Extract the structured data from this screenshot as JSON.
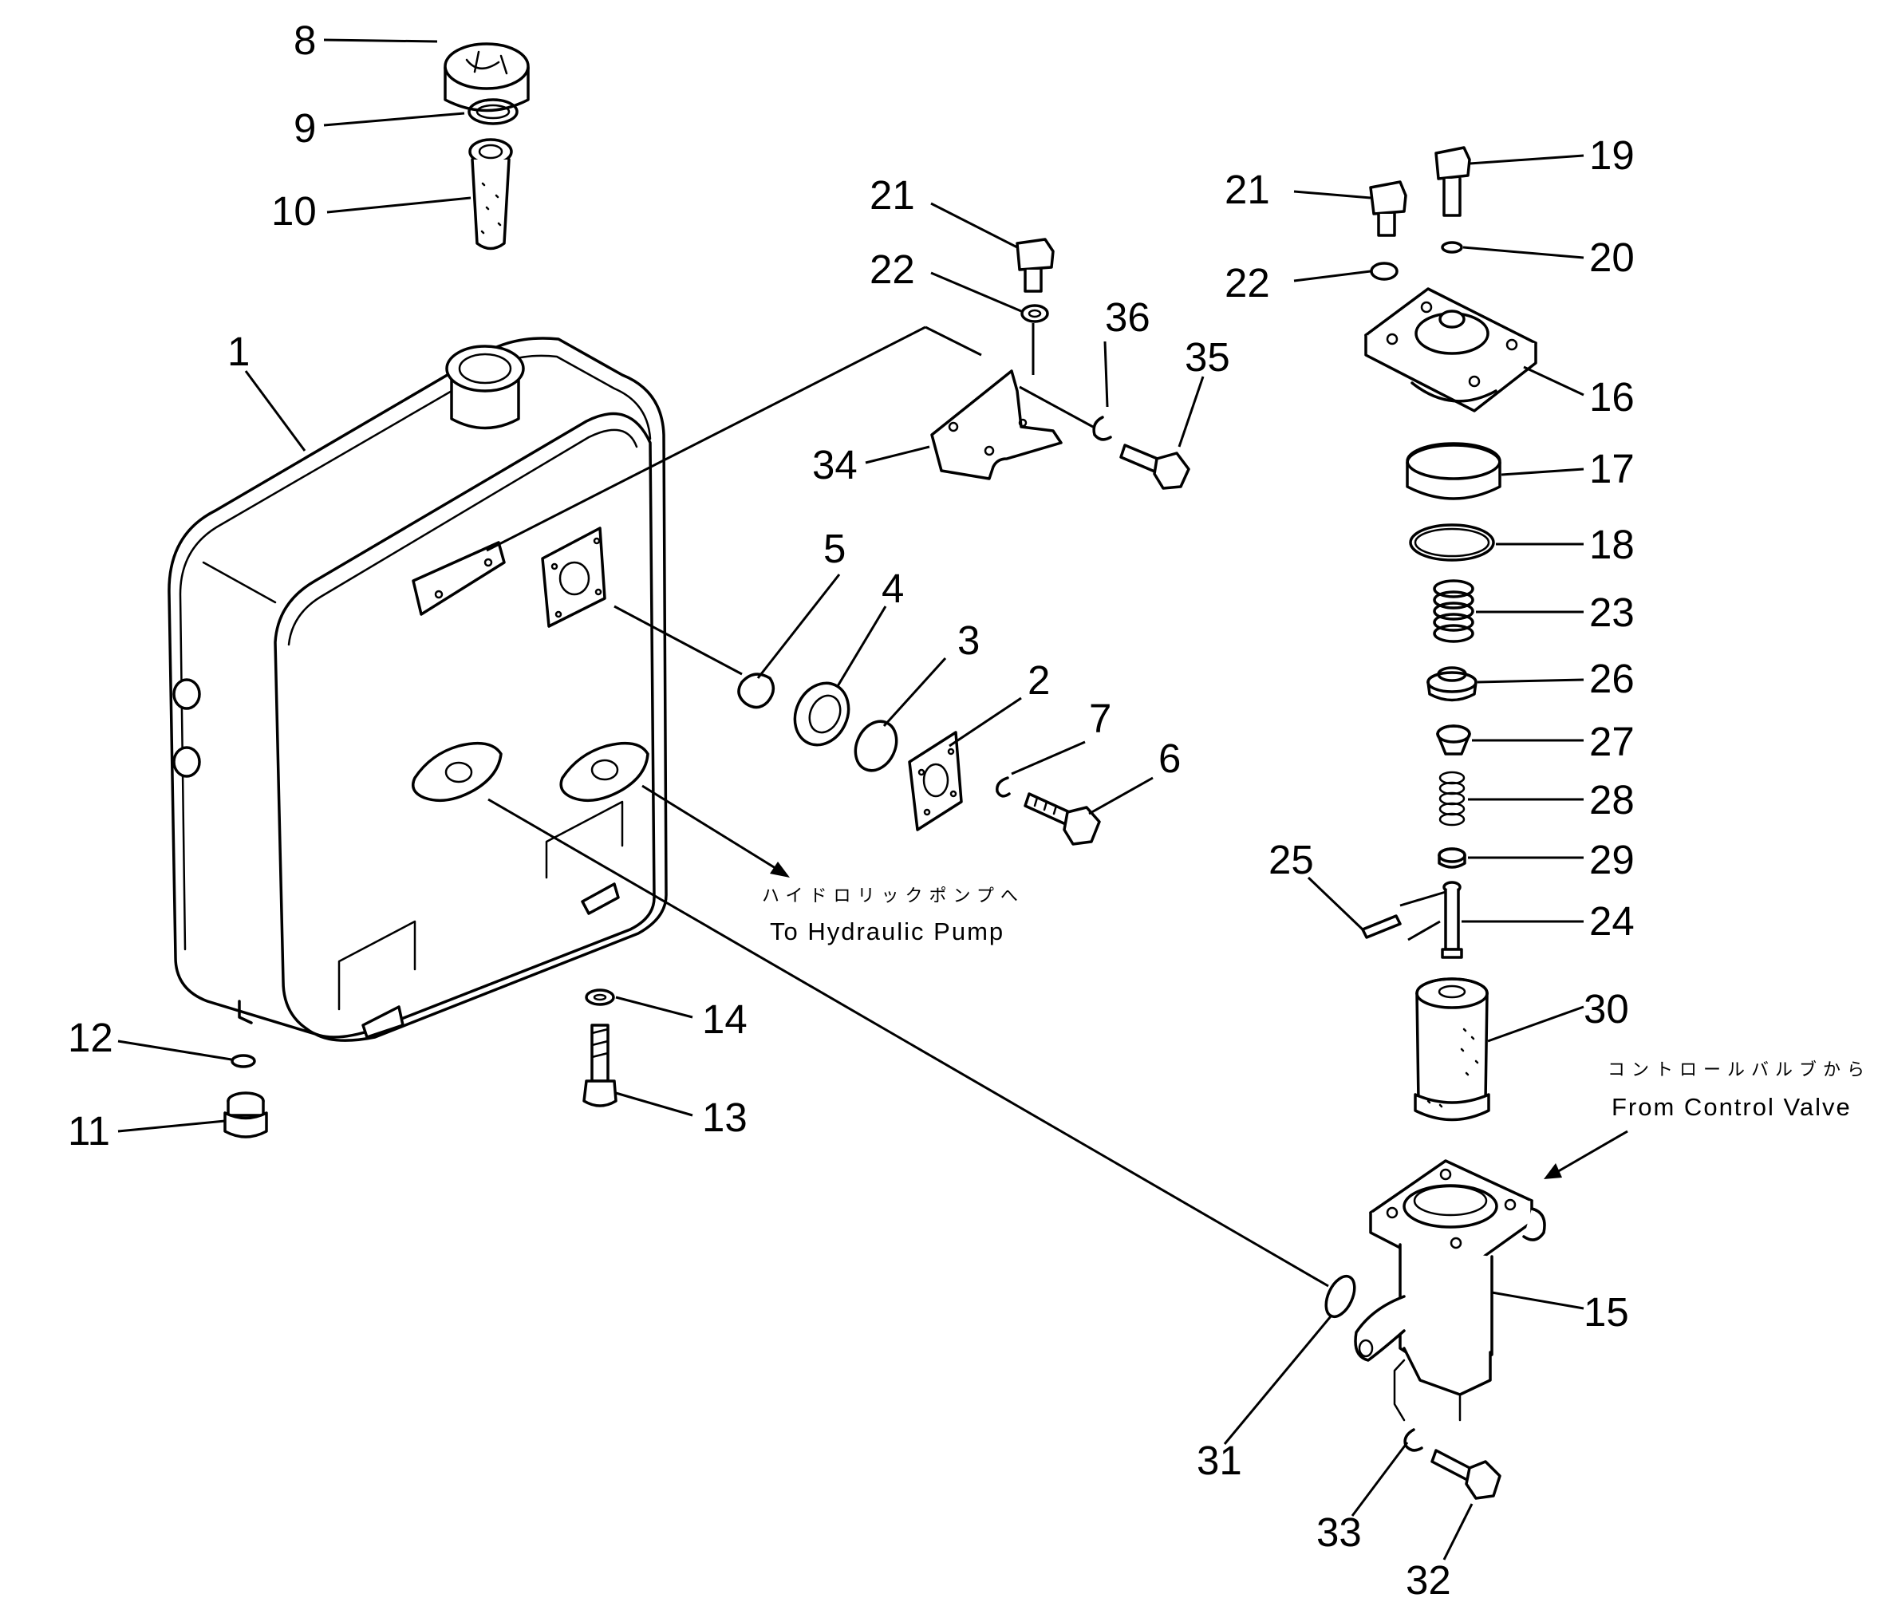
{
  "labels": {
    "p1": "1",
    "p2": "2",
    "p3": "3",
    "p4": "4",
    "p5": "5",
    "p6": "6",
    "p7": "7",
    "p8": "8",
    "p9": "9",
    "p10": "10",
    "p11": "11",
    "p12": "12",
    "p13": "13",
    "p14": "14",
    "p15": "15",
    "p16": "16",
    "p17": "17",
    "p18": "18",
    "p19": "19",
    "p20": "20",
    "p21a": "21",
    "p21b": "21",
    "p22a": "22",
    "p22b": "22",
    "p23": "23",
    "p24": "24",
    "p25": "25",
    "p26": "26",
    "p27": "27",
    "p28": "28",
    "p29": "29",
    "p30": "30",
    "p31": "31",
    "p32": "32",
    "p33": "33",
    "p34": "34",
    "p35": "35",
    "p36": "36"
  },
  "annotations": {
    "to_pump_jp": "ハイドロリックポンプへ",
    "to_pump_en": "To Hydraulic Pump",
    "from_valve_jp": "コントロールバルブから",
    "from_valve_en": "From Control Valve"
  }
}
